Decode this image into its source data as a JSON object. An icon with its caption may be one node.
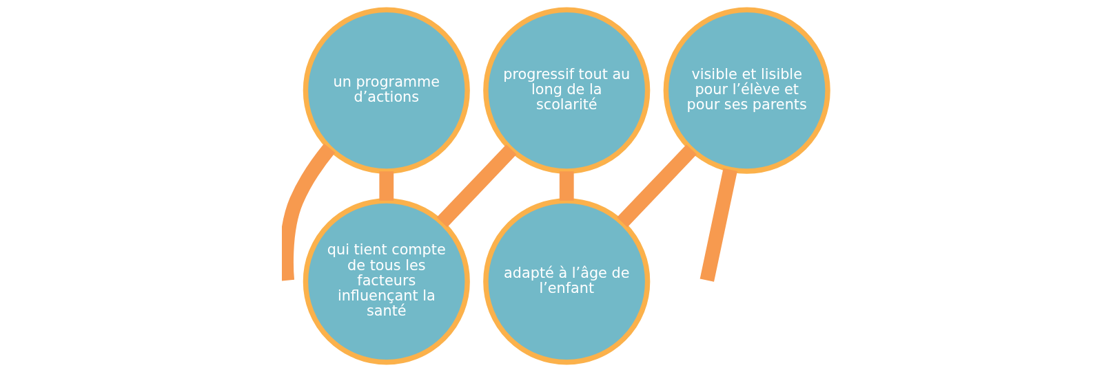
{
  "diagram": {
    "nodes": [
      {
        "text": [
          "un programme d’actions"
        ]
      },
      {
        "text": [
          "qui tient compte de tous les facteurs influençant la santé"
        ]
      },
      {
        "text": [
          "progressif tout au long de la scolarité"
        ]
      },
      {
        "text": [
          "adapté à l’âge de l’enfant"
        ]
      },
      {
        "text": [
          "visible et lisible pour l’élève et pour ses parents"
        ]
      }
    ],
    "edges": [
      {
        "from": null,
        "to": 0,
        "arrow": "none"
      },
      {
        "from": 0,
        "to": 1,
        "arrow": "none"
      },
      {
        "from": 1,
        "to": 2,
        "arrow": "none"
      },
      {
        "from": 2,
        "to": 3,
        "arrow": "none"
      },
      {
        "from": 3,
        "to": 4,
        "arrow": "none"
      },
      {
        "from": 4,
        "to": null,
        "arrow": "none"
      }
    ]
  }
}
